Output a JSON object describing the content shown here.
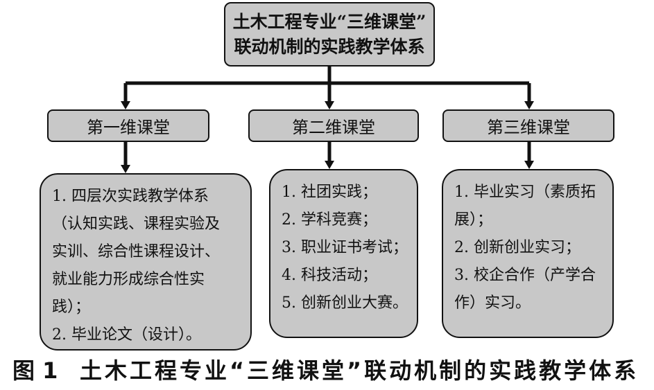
{
  "top": {
    "line1": "土木工程专业“三维课堂”",
    "line2": "联动机制的实践教学体系"
  },
  "columns": [
    {
      "heading": "第一维课堂",
      "lines": [
        "1. 四层次实践教学体系",
        "（认知实践、课程实验及",
        "实训、综合性课程设计、",
        "就业能力形成综合性实",
        "践）；",
        "2. 毕业论文（设计）。"
      ]
    },
    {
      "heading": "第二维课堂",
      "lines": [
        "1. 社团实践；",
        "2. 学科竞赛；",
        "3. 职业证书考试；",
        "4. 科技活动；",
        "5. 创新创业大赛。"
      ]
    },
    {
      "heading": "第三维课堂",
      "lines": [
        "1. 毕业实习（素质拓",
        "展）；",
        "2. 创新创业实习；",
        "3. 校企合作（产学合",
        "作）实习。"
      ]
    }
  ],
  "caption": {
    "figure": "图 1",
    "text": "土木工程专业“三维课堂”联动机制的实践教学体系"
  }
}
